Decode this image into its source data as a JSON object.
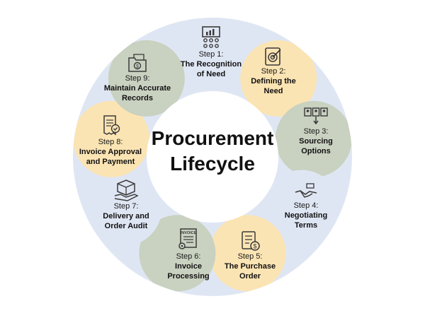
{
  "title": {
    "line1": "Procurement",
    "line2": "Lifecycle"
  },
  "colors": {
    "green": "#c9d1c0",
    "yellow": "#fbe4b3",
    "blue": "#dfe6f3",
    "icon": "#3a3a3a"
  },
  "steps": [
    {
      "num": "Step 1:",
      "name1": "The Recognition",
      "name2": "of Need",
      "color": "blue",
      "icon": "presentation-audience-icon"
    },
    {
      "num": "Step 2:",
      "name1": "Defining the",
      "name2": "Need",
      "color": "yellow",
      "icon": "target-clipboard-icon"
    },
    {
      "num": "Step 3:",
      "name1": "Sourcing",
      "name2": "Options",
      "color": "green",
      "icon": "people-selection-icon"
    },
    {
      "num": "Step 4:",
      "name1": "Negotiating",
      "name2": "Terms",
      "color": "blue",
      "icon": "handshake-icon"
    },
    {
      "num": "Step 5:",
      "name1": "The Purchase",
      "name2": "Order",
      "color": "yellow",
      "icon": "order-checklist-icon"
    },
    {
      "num": "Step 6:",
      "name1": "Invoice",
      "name2": "Processing",
      "color": "green",
      "icon": "invoice-gear-icon"
    },
    {
      "num": "Step 7:",
      "name1": "Delivery and",
      "name2": "Order Audit",
      "color": "blue",
      "icon": "package-hand-icon"
    },
    {
      "num": "Step 8:",
      "name1": "Invoice Approval",
      "name2": "and Payment",
      "color": "yellow",
      "icon": "receipt-approval-icon"
    },
    {
      "num": "Step 9:",
      "name1": "Maintain Accurate",
      "name2": "Records",
      "color": "green",
      "icon": "money-folder-icon"
    }
  ]
}
